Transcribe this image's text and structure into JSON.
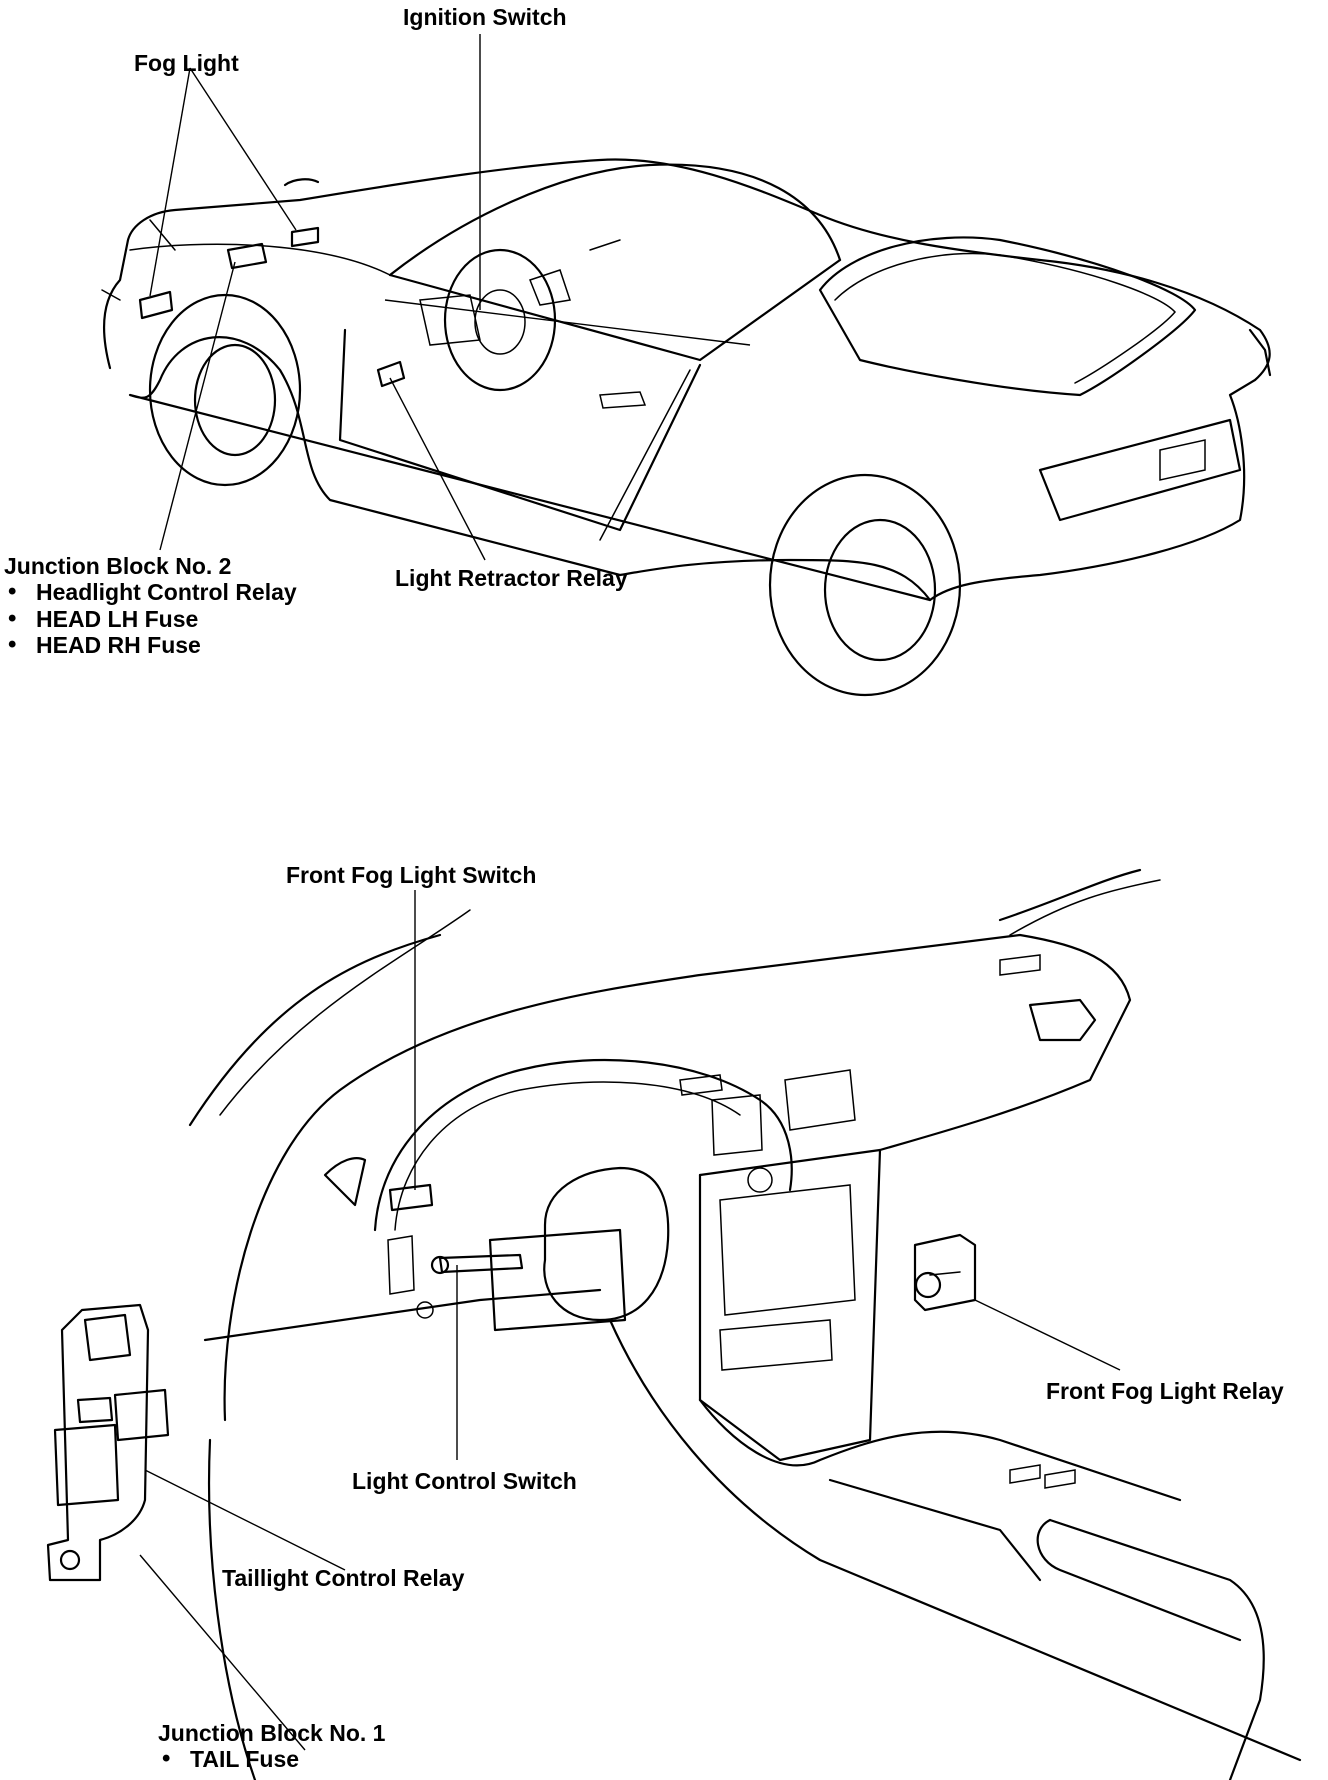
{
  "colors": {
    "ink": "#000000",
    "paper": "#ffffff"
  },
  "top": {
    "ignition_switch": "Ignition Switch",
    "fog_light": "Fog Light",
    "light_retractor_relay": "Light Retractor Relay",
    "junction_block_2": {
      "title": "Junction Block No. 2",
      "items": [
        "Headlight Control Relay",
        "HEAD LH Fuse",
        "HEAD RH Fuse"
      ]
    }
  },
  "bottom": {
    "front_fog_light_switch": "Front Fog Light Switch",
    "front_fog_light_relay": "Front Fog Light Relay",
    "light_control_switch": "Light Control Switch",
    "taillight_control_relay": "Taillight Control Relay",
    "junction_block_1": {
      "title": "Junction Block No. 1",
      "items": [
        "TAIL Fuse"
      ]
    }
  }
}
